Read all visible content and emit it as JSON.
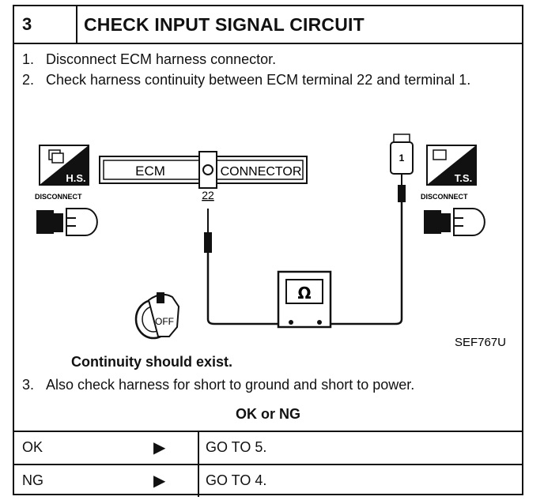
{
  "header": {
    "step": "3",
    "title": "CHECK INPUT SIGNAL CIRCUIT"
  },
  "instructions": [
    {
      "num": "1.",
      "text": "Disconnect ECM harness connector."
    },
    {
      "num": "2.",
      "text": "Check harness continuity between ECM terminal 22 and terminal 1."
    }
  ],
  "diagram": {
    "ecm_label": "ECM",
    "connector_label": "CONNECTOR",
    "terminal_ecm": "22",
    "terminal_sensor": "1",
    "hs_label": "H.S.",
    "ts_label": "T.S.",
    "disconnect_left": "DISCONNECT",
    "disconnect_right": "DISCONNECT",
    "meter_symbol": "Ω",
    "key_label": "OFF",
    "figure_code": "SEF767U"
  },
  "continuity_note": "Continuity should exist.",
  "step3": {
    "num": "3.",
    "text": "Also check harness for short to ground and short to power."
  },
  "ok_ng_title": "OK or NG",
  "results": [
    {
      "code": "OK",
      "arrow": "▶",
      "action": "GO TO 5."
    },
    {
      "code": "NG",
      "arrow": "▶",
      "action": "GO TO 4."
    }
  ]
}
